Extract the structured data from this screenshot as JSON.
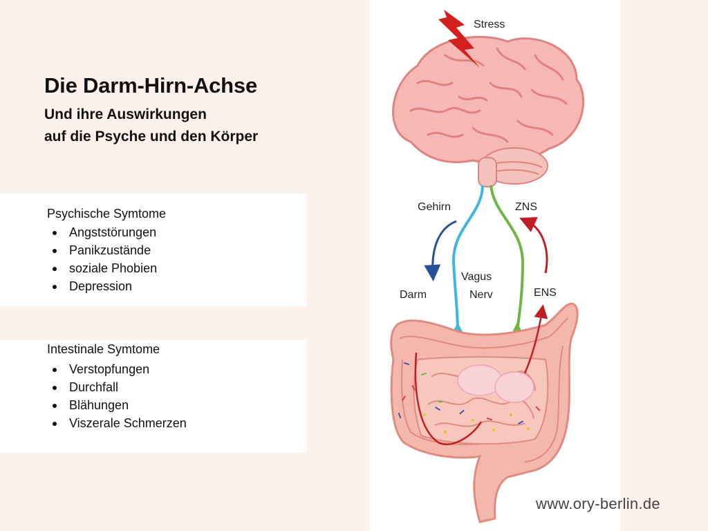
{
  "title": "Die Darm-Hirn-Achse",
  "subtitle_line1": "Und ihre Auswirkungen",
  "subtitle_line2": "auf die Psyche und den Körper",
  "psychic": {
    "heading": "Psychische Symtome",
    "items": [
      "Angststörungen",
      "Panikzustände",
      "soziale Phobien",
      "Depression"
    ]
  },
  "intestinal": {
    "heading": "Intestinale Symtome",
    "items": [
      "Verstopfungen",
      "Durchfall",
      "Blähungen",
      "Viszerale Schmerzen"
    ]
  },
  "diagram": {
    "stress": "Stress",
    "gehirn": "Gehirn",
    "zns": "ZNS",
    "vagus": "Vagus",
    "nerv": "Nerv",
    "darm": "Darm",
    "ens": "ENS"
  },
  "colors": {
    "brain_fill": "#f6b8b4",
    "brain_stroke": "#e0827e",
    "gut_fill": "#f3b7ad",
    "vagus_blue": "#3fb6de",
    "vagus_green": "#6fb644",
    "arrow_blue": "#2a4f9a",
    "arrow_red": "#c01f25",
    "stress_bolt": "#d41f1f"
  },
  "website": "www.ory-berlin.de"
}
